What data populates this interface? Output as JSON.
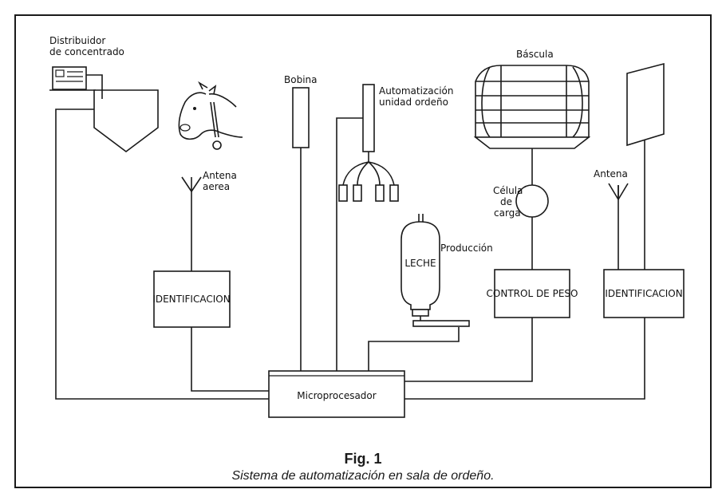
{
  "labels": {
    "distribuidor_line1": "Distribuidor",
    "distribuidor_line2": "de concentrado",
    "bobina": "Bobina",
    "automatizacion_line1": "Automatización",
    "automatizacion_line2": "unidad ordeño",
    "bascula": "Báscula",
    "antena_aerea_line1": "Antena",
    "antena_aerea_line2": "aerea",
    "antena_right": "Antena",
    "celula_line1": "Célula",
    "celula_line2": "de",
    "celula_line3": "carga",
    "produccion": "Producción",
    "leche": "LECHE"
  },
  "boxes": {
    "identificacion_left": "IDENTIFICACION",
    "control_peso": "CONTROL DE PESO",
    "identificacion_right": "IDENTIFICACION",
    "microprocesador": "Microprocesador"
  },
  "caption": {
    "figure": "Fig. 1",
    "text": "Sistema de automatización en sala de ordeño."
  }
}
